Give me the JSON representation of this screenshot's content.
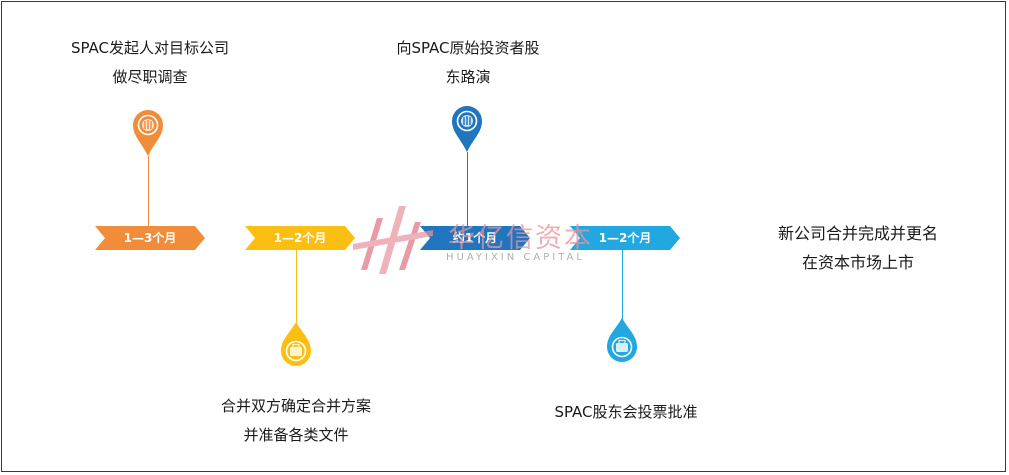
{
  "steps": [
    {
      "label_line1": "SPAC发起人对目标公司",
      "label_line2": "做尽职调查",
      "duration": "1—3个月",
      "color": "#f08c3a",
      "icon": "people-icon"
    },
    {
      "label_line1": "合并双方确定合并方案",
      "label_line2": "并准备各类文件",
      "duration": "1—2个月",
      "color": "#fbbf14",
      "icon": "briefcase-icon"
    },
    {
      "label_line1": "向SPAC原始投资者股",
      "label_line2": "东路演",
      "duration": "约1个月",
      "color": "#1f75be",
      "icon": "people-icon"
    },
    {
      "label_line1": "SPAC股东会投票批准",
      "label_line2": "",
      "duration": "1—2个月",
      "color": "#22a7e0",
      "icon": "briefcase-icon"
    }
  ],
  "final": {
    "line1": "新公司合并完成并更名",
    "line2": "在资本市场上市"
  },
  "watermark": {
    "cn": "华亿信资本",
    "en": "HUAYIXIN CAPITAL"
  }
}
